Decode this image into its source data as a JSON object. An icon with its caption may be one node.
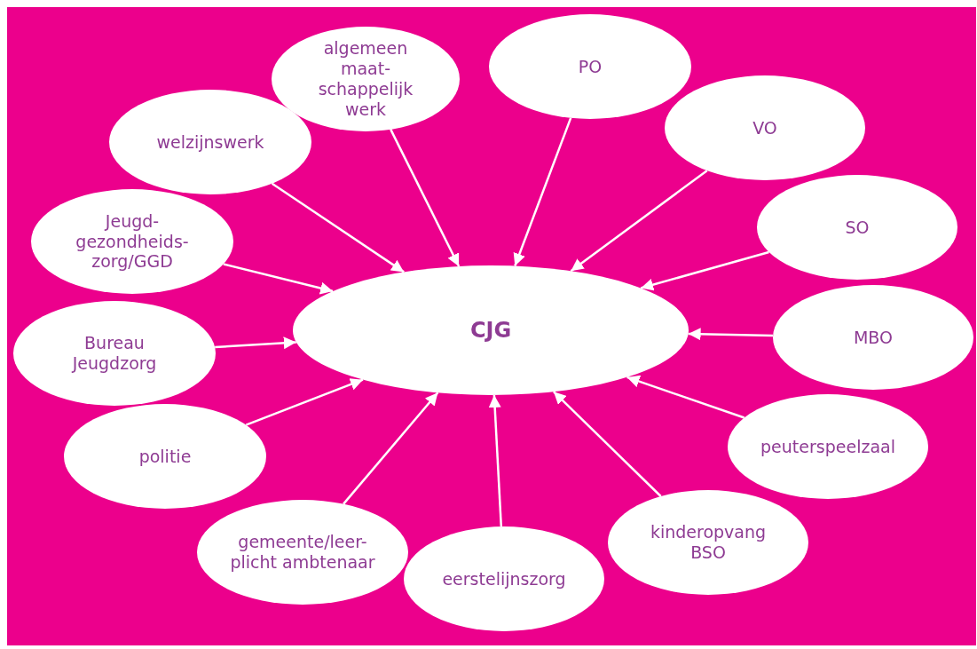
{
  "diagram": {
    "nodes": [
      {
        "text": [
          "CJG"
        ]
      },
      {
        "text": [
          "algemeen maat-schappelijk werk"
        ]
      },
      {
        "text": [
          "PO"
        ]
      },
      {
        "text": [
          "welzijnswerk"
        ]
      },
      {
        "text": [
          "VO"
        ]
      },
      {
        "text": [
          "Jeugd-gezondheids-zorg/GGD"
        ]
      },
      {
        "text": [
          "SO"
        ]
      },
      {
        "text": [
          "Bureau Jeugdzorg"
        ]
      },
      {
        "text": [
          "MBO"
        ]
      },
      {
        "text": [
          "politie"
        ]
      },
      {
        "text": [
          "peuterspeelzaal"
        ]
      },
      {
        "text": [
          "gemeente/leer-plicht ambtenaar"
        ]
      },
      {
        "text": [
          "kinderopvang BSO"
        ]
      },
      {
        "text": [
          "eerstelijnszorg"
        ]
      }
    ],
    "edges": [
      {
        "from": 1,
        "to": 0,
        "arrow": "to"
      },
      {
        "from": 2,
        "to": 0,
        "arrow": "to"
      },
      {
        "from": 3,
        "to": 0,
        "arrow": "to"
      },
      {
        "from": 4,
        "to": 0,
        "arrow": "to"
      },
      {
        "from": 5,
        "to": 0,
        "arrow": "to"
      },
      {
        "from": 6,
        "to": 0,
        "arrow": "to"
      },
      {
        "from": 7,
        "to": 0,
        "arrow": "to"
      },
      {
        "from": 8,
        "to": 0,
        "arrow": "to"
      },
      {
        "from": 9,
        "to": 0,
        "arrow": "to"
      },
      {
        "from": 10,
        "to": 0,
        "arrow": "to"
      },
      {
        "from": 11,
        "to": 0,
        "arrow": "to"
      },
      {
        "from": 12,
        "to": 0,
        "arrow": "to"
      },
      {
        "from": 13,
        "to": 0,
        "arrow": "to"
      }
    ]
  }
}
